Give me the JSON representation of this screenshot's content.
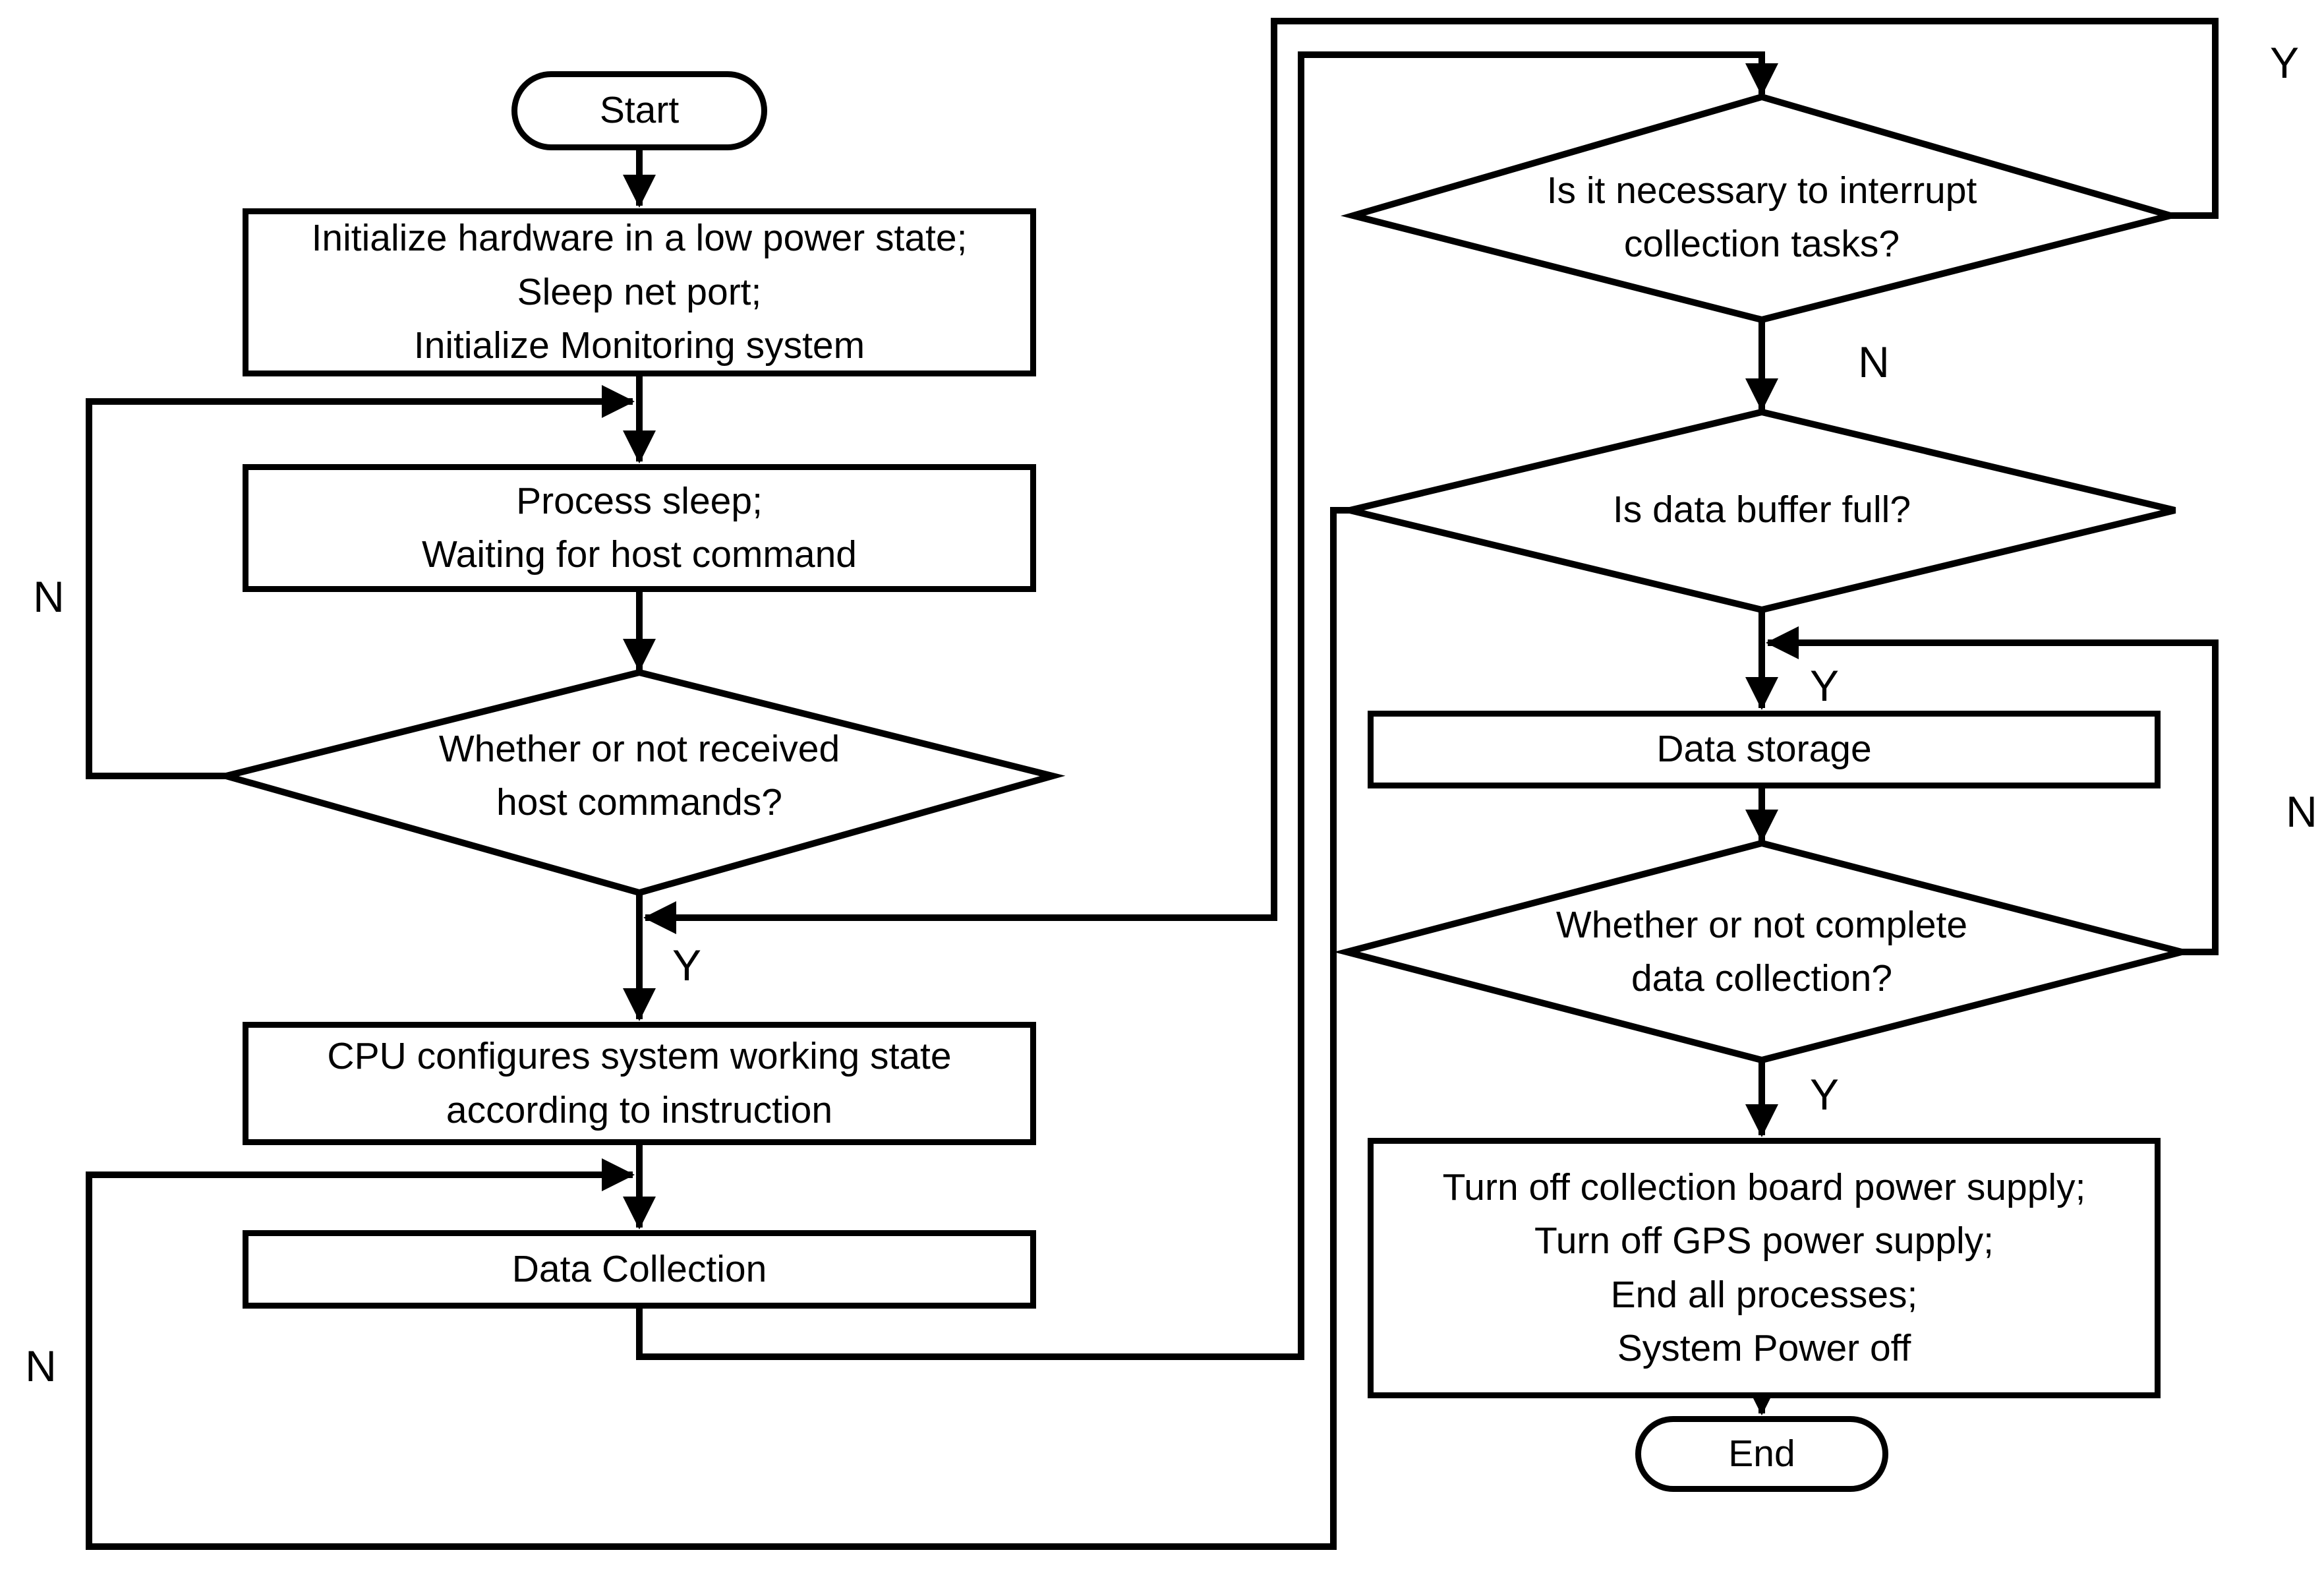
{
  "flowchart": {
    "nodes": {
      "start": {
        "type": "terminator",
        "label": "Start"
      },
      "init_hardware": {
        "type": "process",
        "label": "Initialize hardware in a low power state;\nSleep net port;\nInitialize Monitoring system"
      },
      "process_sleep": {
        "type": "process",
        "label": "Process sleep;\nWaiting for host command"
      },
      "received_commands": {
        "type": "decision",
        "label": "Whether or not received\nhost commands?"
      },
      "cpu_configures": {
        "type": "process",
        "label": "CPU configures system working state\naccording to instruction"
      },
      "data_collection": {
        "type": "process",
        "label": "Data Collection"
      },
      "interrupt_tasks": {
        "type": "decision",
        "label": "Is it necessary to interrupt\ncollection tasks?"
      },
      "data_buffer_full": {
        "type": "decision",
        "label": "Is data buffer full?"
      },
      "data_storage": {
        "type": "process",
        "label": "Data storage"
      },
      "complete_collection": {
        "type": "decision",
        "label": "Whether or not complete\ndata collection?"
      },
      "turn_off": {
        "type": "process",
        "label": "Turn off collection board power supply;\nTurn off GPS power supply;\nEnd all processes;\nSystem Power off"
      },
      "end": {
        "type": "terminator",
        "label": "End"
      }
    },
    "branch_labels": {
      "received_yes": "Y",
      "received_no": "N",
      "interrupt_yes": "Y",
      "interrupt_no": "N",
      "buffer_yes": "Y",
      "buffer_no": "N",
      "complete_yes": "Y",
      "complete_no": "N"
    },
    "colors": {
      "line": "#000000",
      "shape_fill": "#ffffff",
      "background": "#ffffff",
      "text": "#000000"
    }
  }
}
